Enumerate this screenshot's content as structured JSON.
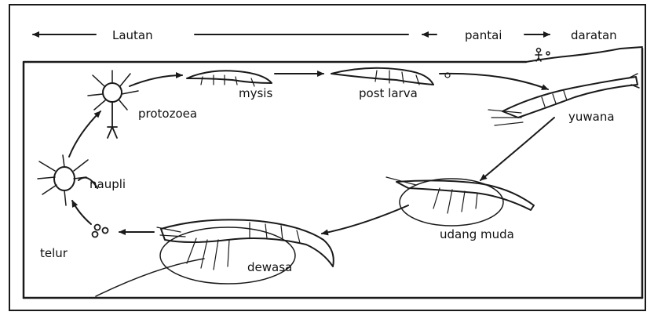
{
  "zones": {
    "left": "Lautan",
    "middle": "pantai",
    "right": "daratan"
  },
  "stages": {
    "protozoea": "protozoea",
    "mysis": "mysis",
    "post_larva": "post larva",
    "yuwana": "yuwana",
    "naupli": "naupli",
    "telur": "telur",
    "dewasa": "dewasa",
    "udang_muda": "udang muda"
  },
  "colors": {
    "ink": "#1a1a1a",
    "background": "#ffffff"
  }
}
